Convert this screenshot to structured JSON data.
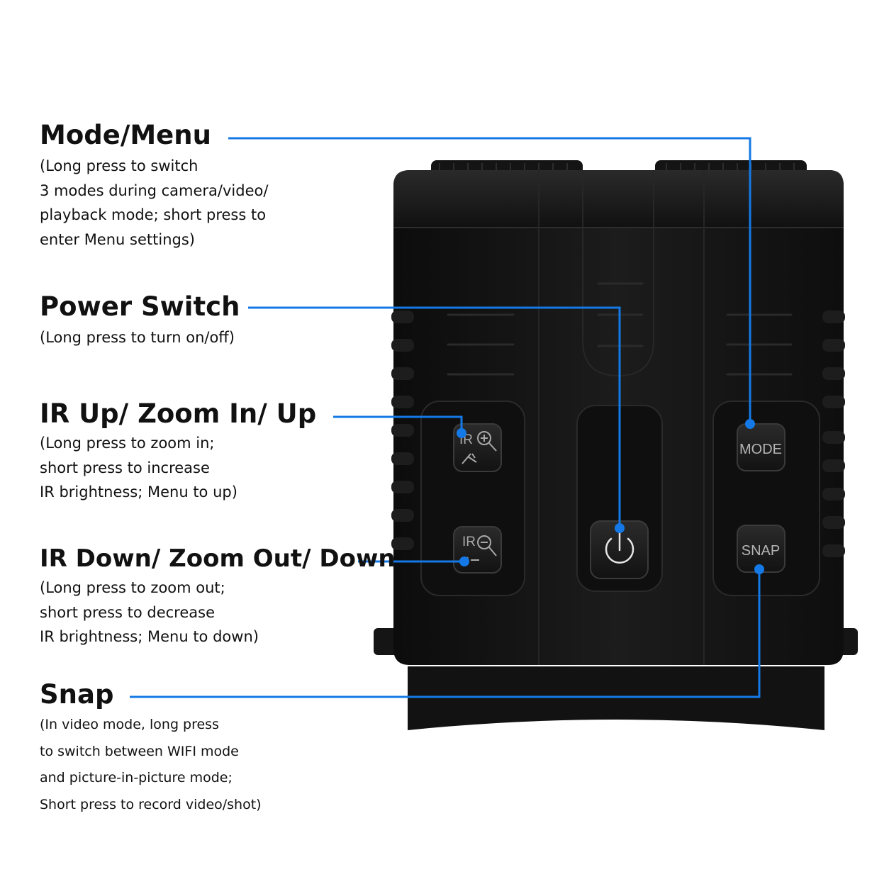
{
  "accent_color": "#1479e6",
  "callouts": {
    "mode_menu": {
      "title": "Mode/Menu",
      "lines": [
        "(Long press to switch",
        "3 modes during camera/video/",
        "playback mode; short press to",
        "enter Menu settings)"
      ]
    },
    "power_switch": {
      "title": "Power Switch",
      "lines": [
        "(Long press to turn on/off)"
      ]
    },
    "ir_up": {
      "title": "IR Up/ Zoom In/ Up",
      "lines": [
        "(Long press to zoom in;",
        "short press to increase",
        "IR brightness; Menu to up)"
      ]
    },
    "ir_down": {
      "title": "IR Down/ Zoom Out/ Down",
      "lines": [
        "(Long press to zoom out;",
        "short press to decrease",
        "IR brightness; Menu to down)"
      ]
    },
    "snap": {
      "title": "Snap",
      "lines": [
        "(In video mode, long press",
        "to switch between WIFI mode",
        "and picture-in-picture mode;",
        "Short press to record video/shot)"
      ]
    }
  },
  "buttons": {
    "mode_label": "MODE",
    "snap_label": "SNAP",
    "ir_up_label": "IR",
    "ir_down_label": "IR"
  }
}
